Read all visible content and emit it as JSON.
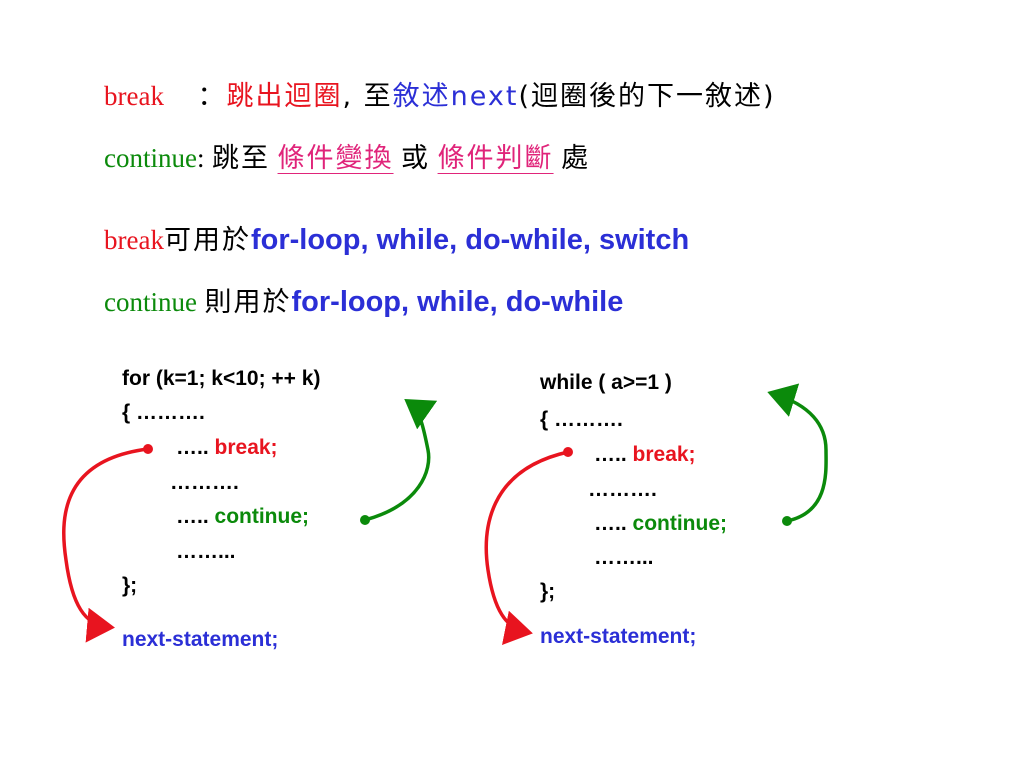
{
  "header": {
    "break_line": {
      "keyword": "break",
      "colon": "：",
      "text1": "跳出迴圈",
      "comma": ", 至",
      "text2": "敘述",
      "next": "next",
      "text3": "(迴圈後的下一敘述)"
    },
    "continue_line": {
      "keyword": "continue",
      "colon": ":",
      "text1": "跳至",
      "link1": "條件變換",
      "or": "或",
      "link2": "條件判斷",
      "text2": "處"
    }
  },
  "usage": {
    "break_line": {
      "keyword": "break",
      "cjk": "可用於",
      "loops": "for-loop, while, do-while, switch"
    },
    "continue_line": {
      "keyword": "continue",
      "cjk": "則用於",
      "loops": "for-loop, while, do-while"
    }
  },
  "left_code": {
    "header": "for (k=1; k<10; ++ k)",
    "open": "{ ……….",
    "dots1": "…..",
    "break_kw": "break;",
    "dots2": "……….",
    "dots3": "…..",
    "continue_kw": "continue;",
    "dots4": "……...",
    "close": "};",
    "next": "next-statement;"
  },
  "right_code": {
    "header": "while ( a>=1 )",
    "open": "{ ……….",
    "dots1": "…..",
    "break_kw": "break;",
    "dots2": "……….",
    "dots3": "…..",
    "continue_kw": "continue;",
    "dots4": "……...",
    "close": "};",
    "next": "next-statement;"
  },
  "colors": {
    "break_arrow": "#e8141f",
    "continue_arrow": "#0b8a0b",
    "keyword_blue": "#2b2fd6",
    "link_magenta": "#e0247a"
  }
}
